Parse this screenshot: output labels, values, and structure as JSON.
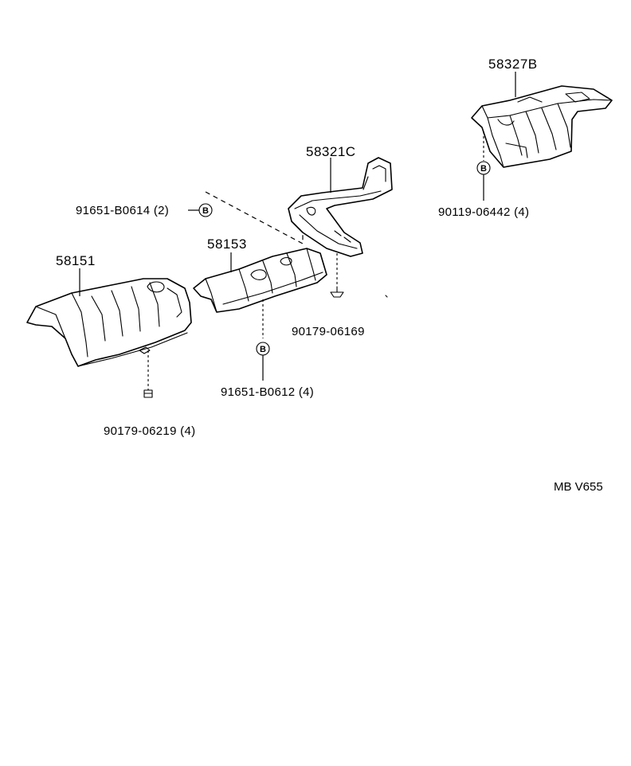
{
  "parts": {
    "p58327b": "58327B",
    "p58321c": "58321C",
    "p58153": "58153",
    "p58151": "58151"
  },
  "fasteners": {
    "f91651_b0614": "91651-B0614 (2)",
    "f90119_06442": "90119-06442 (4)",
    "f90179_06169": "90179-06169",
    "f91651_b0612": "91651-B0612 (4)",
    "f90179_06219": "90179-06219 (4)"
  },
  "badge_letter": "B",
  "catalog_code": "MB V655"
}
